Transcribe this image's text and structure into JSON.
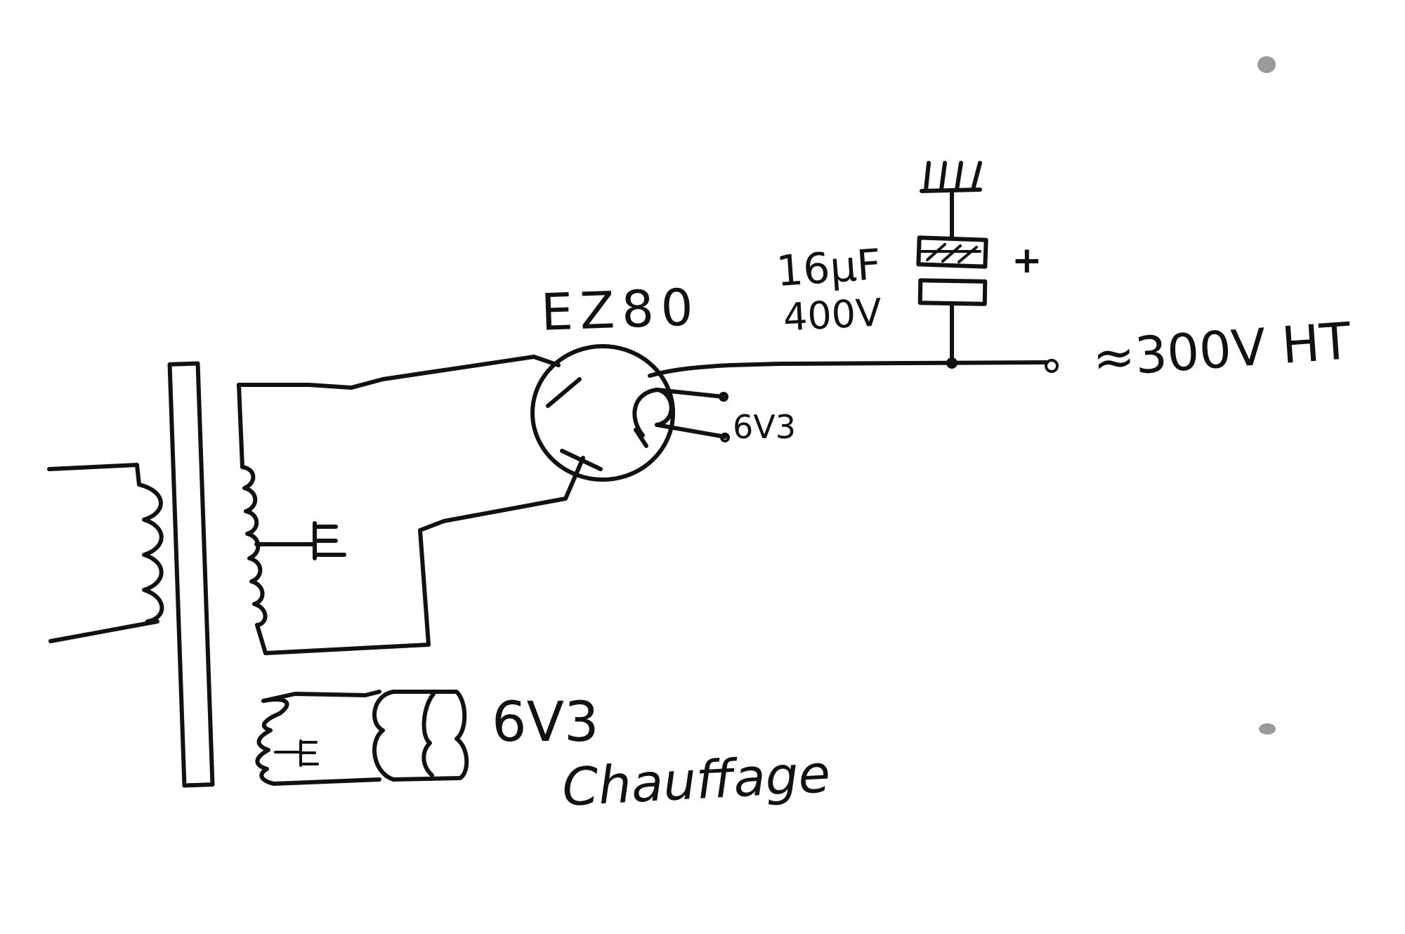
{
  "diagram": {
    "tube_label": "EZ80",
    "capacitor_capacitance": "16μF",
    "capacitor_voltage": "400V",
    "output_label": "≈300V HT",
    "tube_heater_label": "6V3",
    "heater_winding_voltage": "6V3",
    "heater_winding_label": "Chauffage",
    "capacitor_polarity": "+",
    "ground_symbol": "ground-icon",
    "ink_color": "#111111",
    "paper_color": "#ffffff"
  }
}
